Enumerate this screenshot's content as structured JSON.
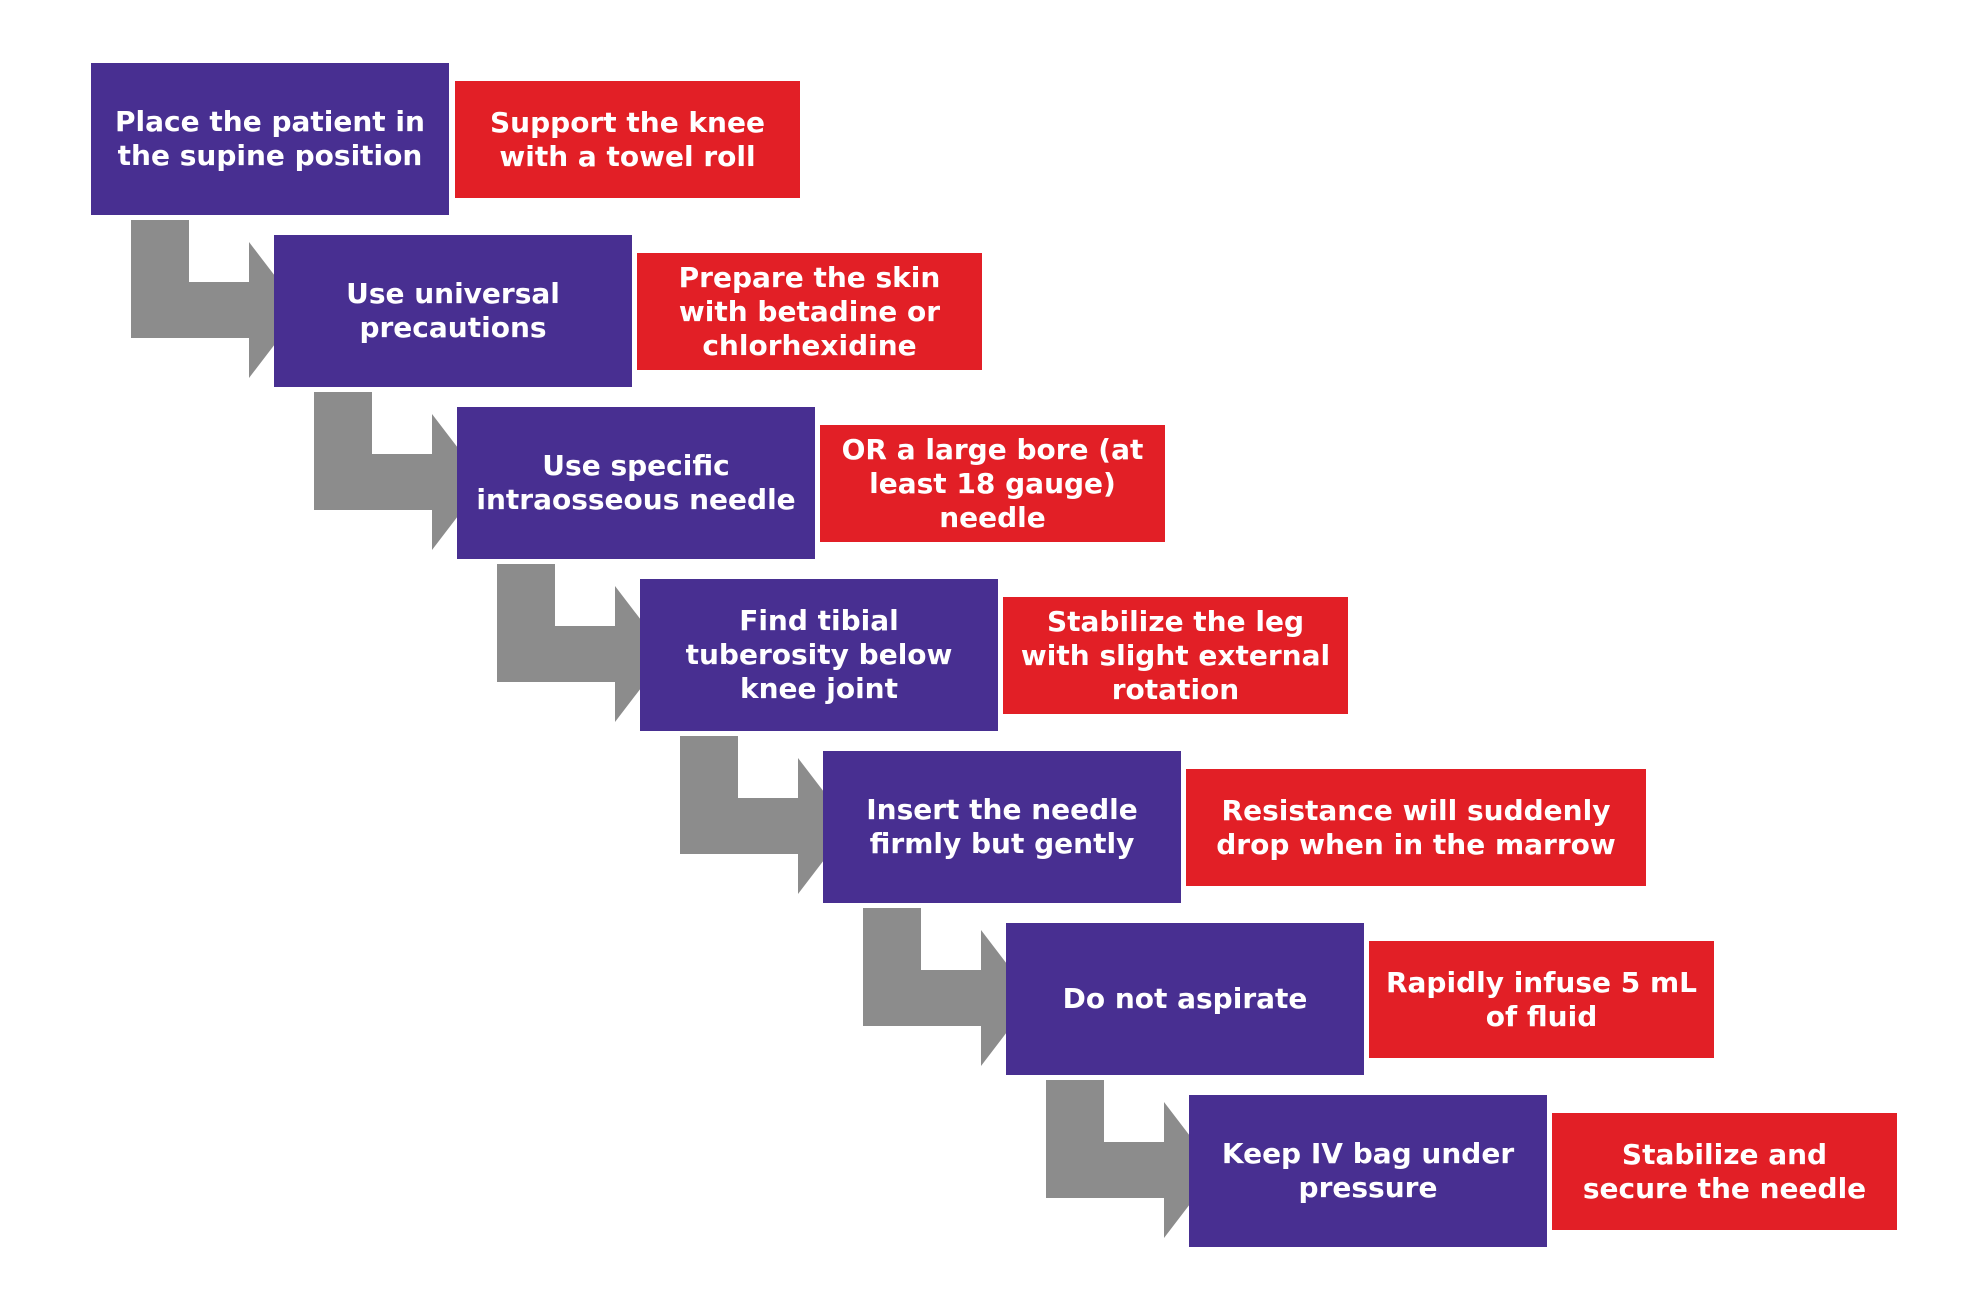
{
  "colors": {
    "step": "#482F91",
    "note": "#E21F26",
    "arrow": "#8C8C8C",
    "text": "#FFFFFF",
    "background": "#FFFFFF"
  },
  "steps": [
    {
      "step": "Place the patient in the supine position",
      "note": "Support the knee with a towel roll"
    },
    {
      "step": "Use universal precautions",
      "note": "Prepare the skin with betadine or chlorhexidine"
    },
    {
      "step": "Use specific intraosseous needle",
      "note": "OR a large bore (at least 18 gauge) needle"
    },
    {
      "step": "Find tibial tuberosity below knee joint",
      "note": "Stabilize the leg with slight external rotation"
    },
    {
      "step": "Insert the needle firmly but gently",
      "note": "Resistance will suddenly drop when in the marrow"
    },
    {
      "step": "Do not aspirate",
      "note": "Rapidly infuse 5 mL of fluid"
    },
    {
      "step": "Keep IV bag under pressure",
      "note": "Stabilize and secure the needle"
    }
  ]
}
